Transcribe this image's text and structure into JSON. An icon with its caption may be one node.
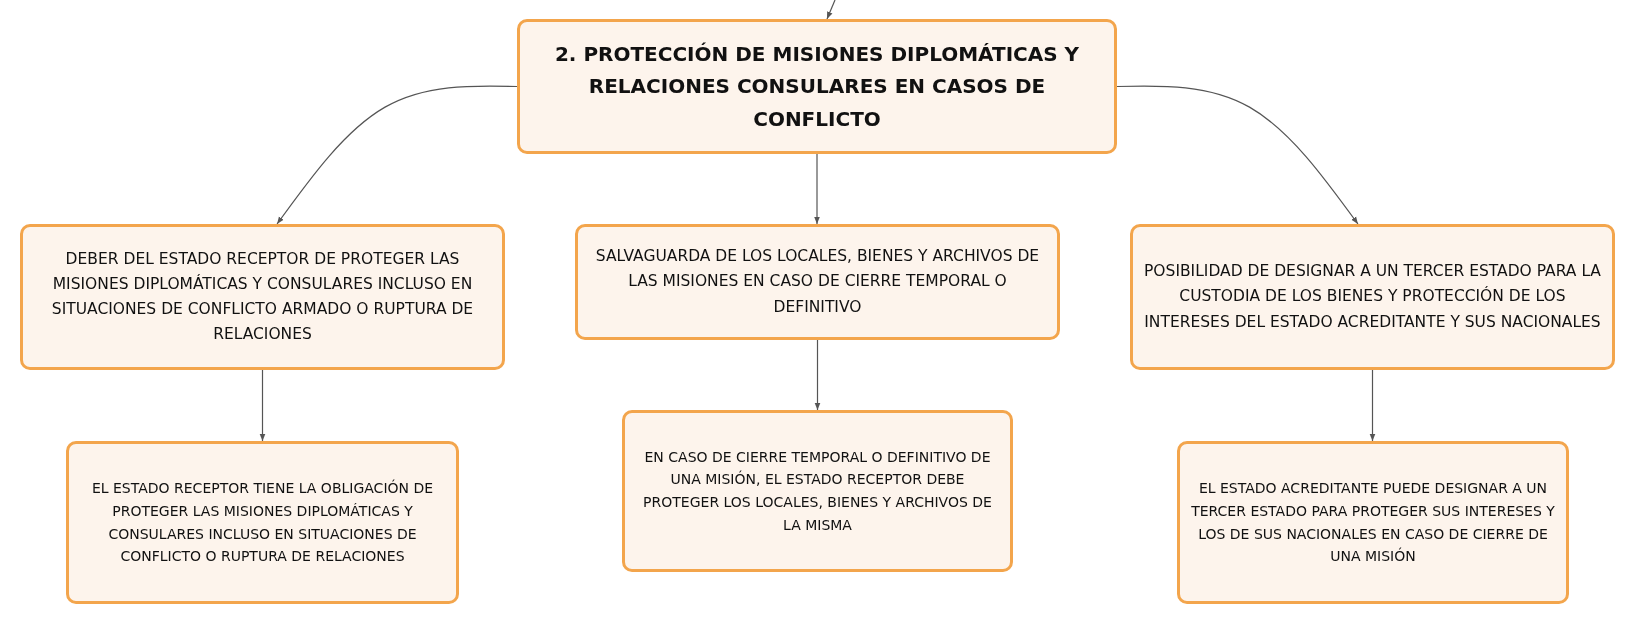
{
  "diagram": {
    "nodes": [
      {
        "text": [
          "2. PROTECCIÓN DE MISIONES DIPLOMÁTICAS Y RELACIONES CONSULARES EN CASOS DE CONFLICTO"
        ]
      },
      {
        "text": [
          "DEBER DEL ESTADO RECEPTOR DE PROTEGER LAS MISIONES DIPLOMÁTICAS Y CONSULARES INCLUSO EN SITUACIONES DE CONFLICTO ARMADO O RUPTURA DE RELACIONES"
        ]
      },
      {
        "text": [
          "SALVAGUARDA DE LOS LOCALES, BIENES Y ARCHIVOS DE LAS MISIONES EN CASO DE CIERRE TEMPORAL O DEFINITIVO"
        ]
      },
      {
        "text": [
          "POSIBILIDAD DE DESIGNAR A UN TERCER ESTADO PARA LA CUSTODIA DE LOS BIENES Y PROTECCIÓN DE LOS INTERESES DEL ESTADO ACREDITANTE Y SUS NACIONALES"
        ]
      },
      {
        "text": [
          "EL ESTADO RECEPTOR TIENE LA OBLIGACIÓN DE PROTEGER LAS MISIONES DIPLOMÁTICAS Y CONSULARES INCLUSO EN SITUACIONES DE CONFLICTO O RUPTURA DE RELACIONES"
        ]
      },
      {
        "text": [
          "EN CASO DE CIERRE TEMPORAL O DEFINITIVO DE UNA MISIÓN, EL ESTADO RECEPTOR DEBE PROTEGER LOS LOCALES, BIENES Y ARCHIVOS DE LA MISMA"
        ]
      },
      {
        "text": [
          "EL ESTADO ACREDITANTE PUEDE DESIGNAR A UN TERCER ESTADO PARA PROTEGER SUS INTERESES Y LOS DE SUS NACIONALES EN CASO DE CIERRE DE UNA MISIÓN"
        ]
      }
    ],
    "edges": [
      {
        "from": null,
        "to": 0,
        "arrow": "to"
      },
      {
        "from": 0,
        "to": 1,
        "arrow": "to"
      },
      {
        "from": 0,
        "to": 2,
        "arrow": "to"
      },
      {
        "from": 0,
        "to": 3,
        "arrow": "to"
      },
      {
        "from": 1,
        "to": 4,
        "arrow": "to"
      },
      {
        "from": 2,
        "to": 5,
        "arrow": "to"
      },
      {
        "from": 3,
        "to": 6,
        "arrow": "to"
      }
    ]
  }
}
